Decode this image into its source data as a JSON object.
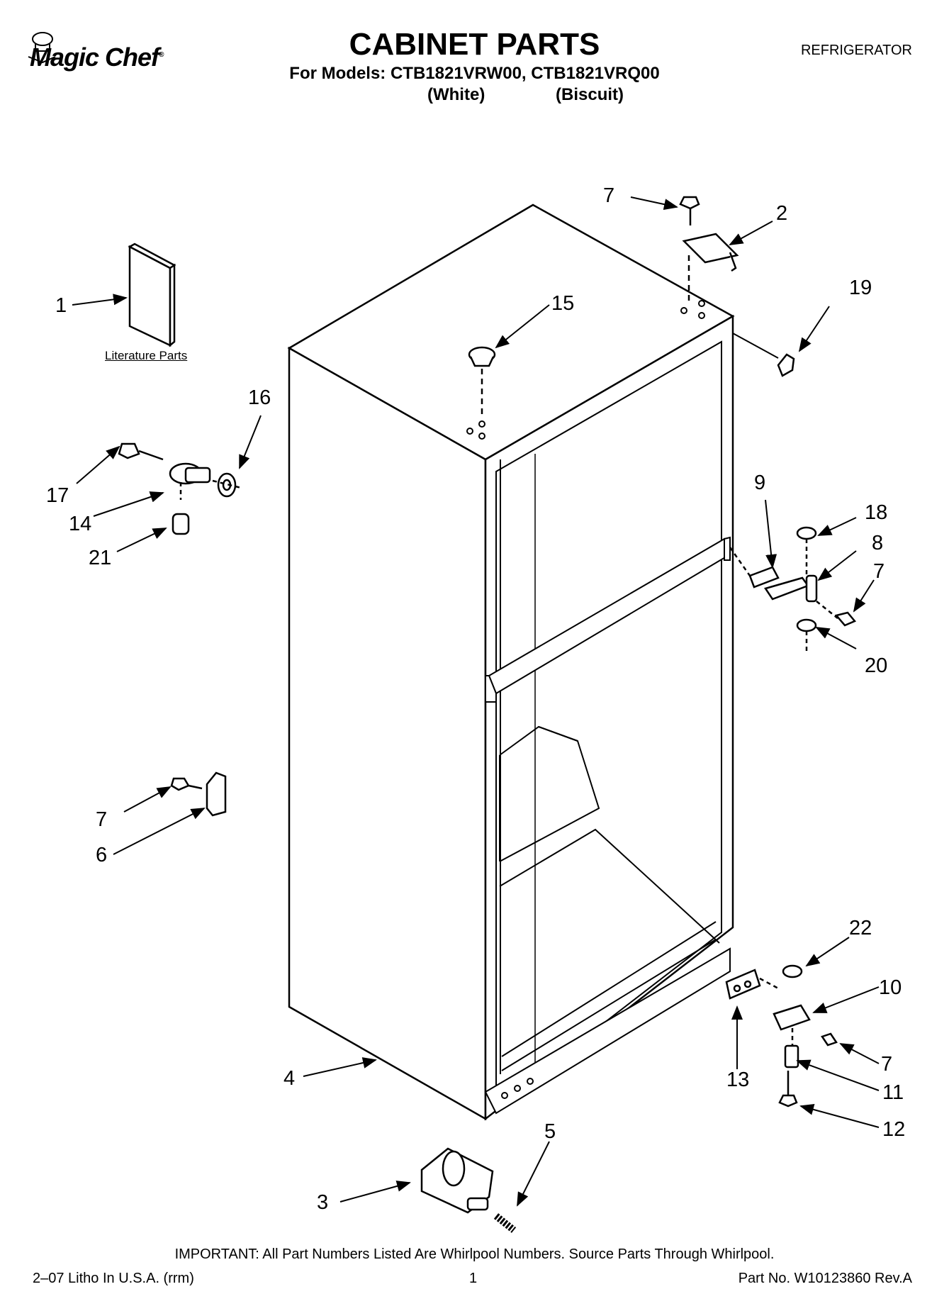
{
  "header": {
    "brand": "Magic Chef",
    "brand_mark": "®",
    "title": "CABINET PARTS",
    "models_line": "For Models: CTB1821VRW00, CTB1821VRQ00",
    "variant_1": "(White)",
    "variant_2": "(Biscuit)",
    "category": "REFRIGERATOR"
  },
  "diagram": {
    "literature_label": "Literature Parts",
    "callouts": [
      {
        "id": "c1",
        "label": "1"
      },
      {
        "id": "c2",
        "label": "2"
      },
      {
        "id": "c3",
        "label": "3"
      },
      {
        "id": "c4",
        "label": "4"
      },
      {
        "id": "c5",
        "label": "5"
      },
      {
        "id": "c6",
        "label": "6"
      },
      {
        "id": "c7a",
        "label": "7"
      },
      {
        "id": "c7b",
        "label": "7"
      },
      {
        "id": "c7c",
        "label": "7"
      },
      {
        "id": "c7d",
        "label": "7"
      },
      {
        "id": "c8",
        "label": "8"
      },
      {
        "id": "c9",
        "label": "9"
      },
      {
        "id": "c10",
        "label": "10"
      },
      {
        "id": "c11",
        "label": "11"
      },
      {
        "id": "c12",
        "label": "12"
      },
      {
        "id": "c13",
        "label": "13"
      },
      {
        "id": "c14",
        "label": "14"
      },
      {
        "id": "c15",
        "label": "15"
      },
      {
        "id": "c16",
        "label": "16"
      },
      {
        "id": "c17",
        "label": "17"
      },
      {
        "id": "c18",
        "label": "18"
      },
      {
        "id": "c19",
        "label": "19"
      },
      {
        "id": "c20",
        "label": "20"
      },
      {
        "id": "c21",
        "label": "21"
      },
      {
        "id": "c22",
        "label": "22"
      }
    ]
  },
  "footer": {
    "important": "IMPORTANT: All Part Numbers Listed Are Whirlpool Numbers. Source Parts Through Whirlpool.",
    "litho": "2–07 Litho In U.S.A. (rrm)",
    "page": "1",
    "part_no": "Part No. W10123860 Rev.A"
  }
}
